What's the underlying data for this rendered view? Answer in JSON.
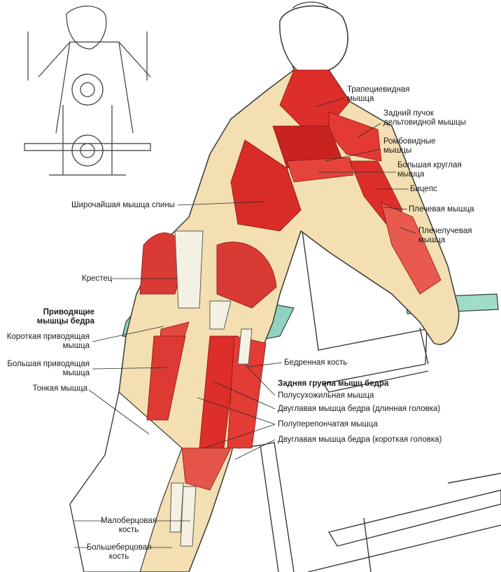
{
  "colors": {
    "muscle": "#dd2e2a",
    "muscle_dark": "#b91f1c",
    "muscle_light": "#f07a6e",
    "skin_fill": "#f3dfb2",
    "bone": "#f4f1e4",
    "bench_fill": "#8fd3c0",
    "outline": "#3a3a3a",
    "text": "#1b1b1b"
  },
  "labels": {
    "trapezius": "Трапециевидная\nмышца",
    "rear_delt": "Задний пучок\nдельтовидной мышцы",
    "rhomboids": "Ромбовидные\nмышцы",
    "teres_major": "Большая круглая\nмышца",
    "biceps": "Бицепс",
    "brachialis": "Плечевая мышца",
    "brachioradialis": "Плечелучевая\nмышца",
    "latissimus": "Широчайшая мышца спины",
    "sacrum": "Крестец",
    "adductors_title": "Приводящие\nмышцы бедра",
    "adductor_brevis": "Короткая приводящая\nмышца",
    "adductor_magnus": "Большая приводящая\nмышца",
    "gracilis": "Тонкая мышца",
    "femur": "Бедренная кость",
    "hamstrings_title": "Задняя группа мышц бедра",
    "semitendinosus": "Полусухожильная мышца",
    "biceps_femoris_long": "Двуглавая мышца бедра (длинная головка)",
    "semimembranosus": "Полуперепончатая мышца",
    "biceps_femoris_short": "Двуглавая мышца бедра (короткая головка)",
    "fibula": "Малоберцовая\nкость",
    "tibia": "Большеберцовая\nкость"
  }
}
